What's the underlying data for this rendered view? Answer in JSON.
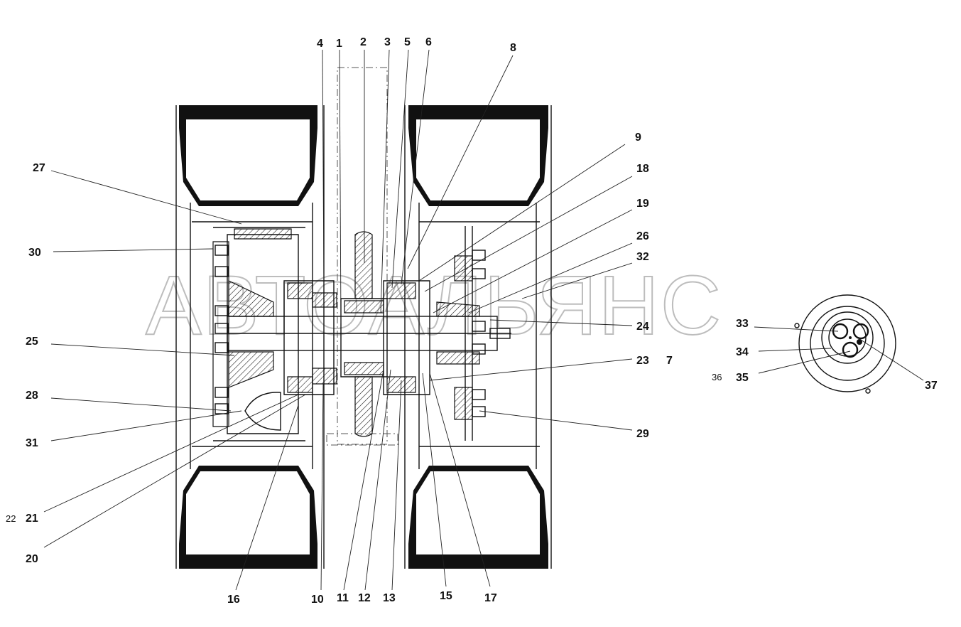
{
  "watermark": "АВТОАЛЬЯНС",
  "callouts": [
    {
      "id": "1",
      "text": "1"
    },
    {
      "id": "2",
      "text": "2"
    },
    {
      "id": "3",
      "text": "3"
    },
    {
      "id": "4",
      "text": "4"
    },
    {
      "id": "5",
      "text": "5"
    },
    {
      "id": "6",
      "text": "6"
    },
    {
      "id": "7",
      "text": "7"
    },
    {
      "id": "8",
      "text": "8"
    },
    {
      "id": "9",
      "text": "9"
    },
    {
      "id": "10",
      "text": "10"
    },
    {
      "id": "11",
      "text": "11"
    },
    {
      "id": "12",
      "text": "12"
    },
    {
      "id": "13",
      "text": "13"
    },
    {
      "id": "15",
      "text": "15"
    },
    {
      "id": "16",
      "text": "16"
    },
    {
      "id": "17",
      "text": "17"
    },
    {
      "id": "18",
      "text": "18"
    },
    {
      "id": "19",
      "text": "19"
    },
    {
      "id": "20",
      "text": "20"
    },
    {
      "id": "21",
      "text": "21"
    },
    {
      "id": "22",
      "text": "22"
    },
    {
      "id": "23",
      "text": "23"
    },
    {
      "id": "24",
      "text": "24"
    },
    {
      "id": "25",
      "text": "25"
    },
    {
      "id": "26",
      "text": "26"
    },
    {
      "id": "27",
      "text": "27"
    },
    {
      "id": "28",
      "text": "28"
    },
    {
      "id": "29",
      "text": "29"
    },
    {
      "id": "30",
      "text": "30"
    },
    {
      "id": "31",
      "text": "31"
    },
    {
      "id": "32",
      "text": "32"
    },
    {
      "id": "33",
      "text": "33"
    },
    {
      "id": "34",
      "text": "34"
    },
    {
      "id": "35",
      "text": "35"
    },
    {
      "id": "36",
      "text": "36"
    },
    {
      "id": "37",
      "text": "37"
    }
  ]
}
